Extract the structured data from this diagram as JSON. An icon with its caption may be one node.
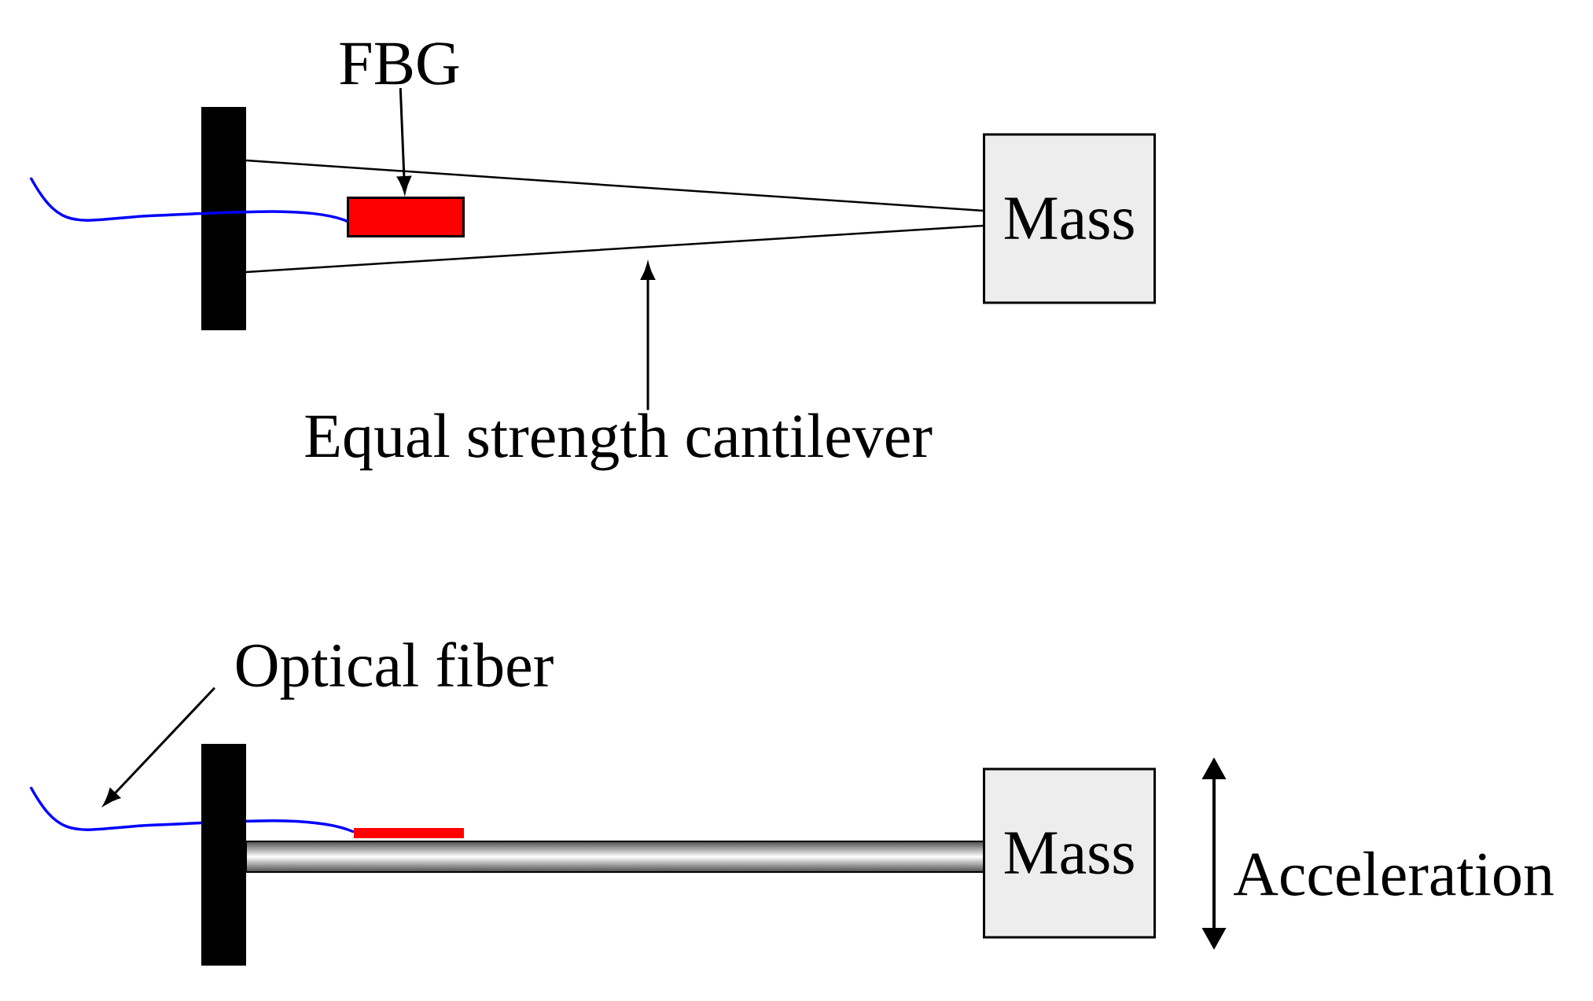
{
  "diagram": {
    "nodes": [
      {
        "text": [
          "FBG"
        ]
      },
      {
        "text": [],
        "shape": "box"
      },
      {
        "text": [
          "Equal strength cantilever"
        ]
      },
      {
        "text": [
          "Mass"
        ]
      },
      {
        "text": [
          "Optical fiber"
        ]
      },
      {
        "text": [
          "Mass"
        ]
      }
    ],
    "edges": [
      {
        "from": 0,
        "to": 1,
        "arrow": "to"
      },
      {
        "from": 2,
        "to": null,
        "arrow": "to"
      },
      {
        "from": 4,
        "to": null,
        "arrow": "to"
      }
    ],
    "labels": [
      "Acceleration"
    ]
  }
}
